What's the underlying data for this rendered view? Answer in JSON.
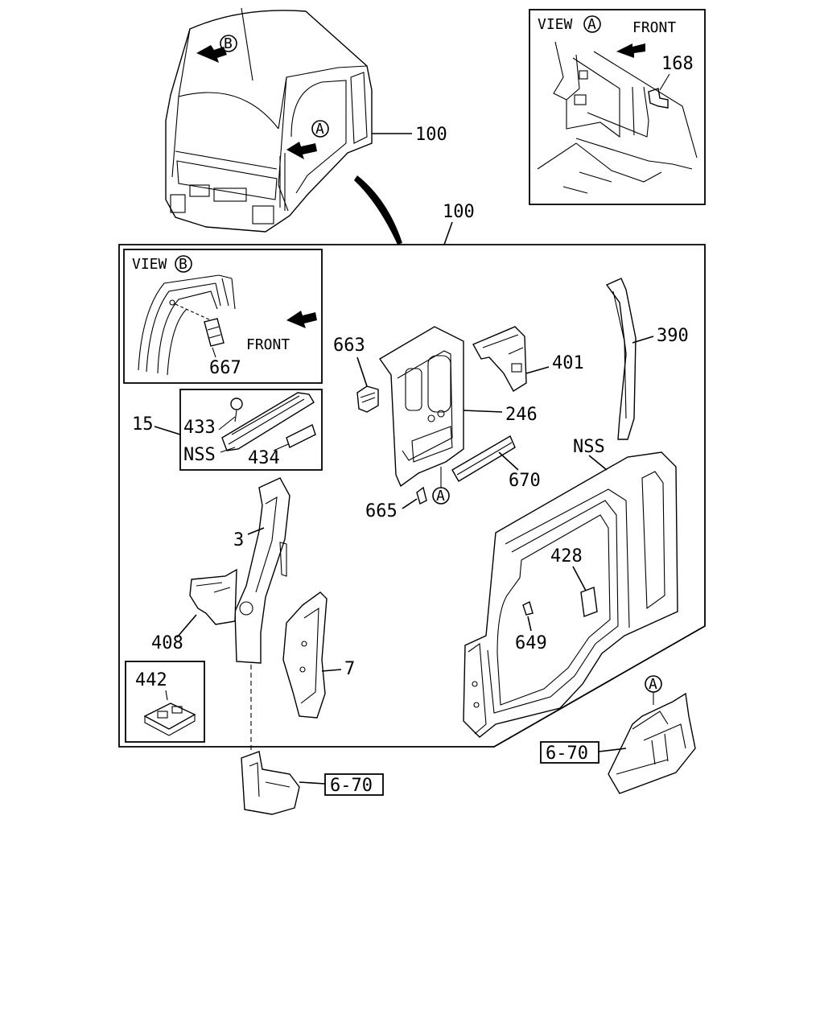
{
  "labels": {
    "view_a": "VIEW",
    "view_a_marker": "A",
    "view_a_front": "FRONT",
    "view_a_part": "168",
    "view_b": "VIEW",
    "view_b_marker": "B",
    "view_b_front": "FRONT",
    "view_b_part": "667",
    "cab_marker_a": "A",
    "cab_marker_b": "B",
    "cab_part": "100",
    "assembly_part": "100",
    "p15": "15",
    "p433": "433",
    "nss_1": "NSS",
    "p434": "434",
    "p663": "663",
    "p246": "246",
    "p401": "401",
    "p390": "390",
    "p670": "670",
    "p665": "665",
    "marker_a_inner": "A",
    "nss_2": "NSS",
    "p3": "3",
    "p428": "428",
    "p408": "408",
    "p649": "649",
    "p7": "7",
    "p442": "442",
    "ref_1": "6-70",
    "ref_2": "6-70",
    "marker_a_floor": "A"
  }
}
